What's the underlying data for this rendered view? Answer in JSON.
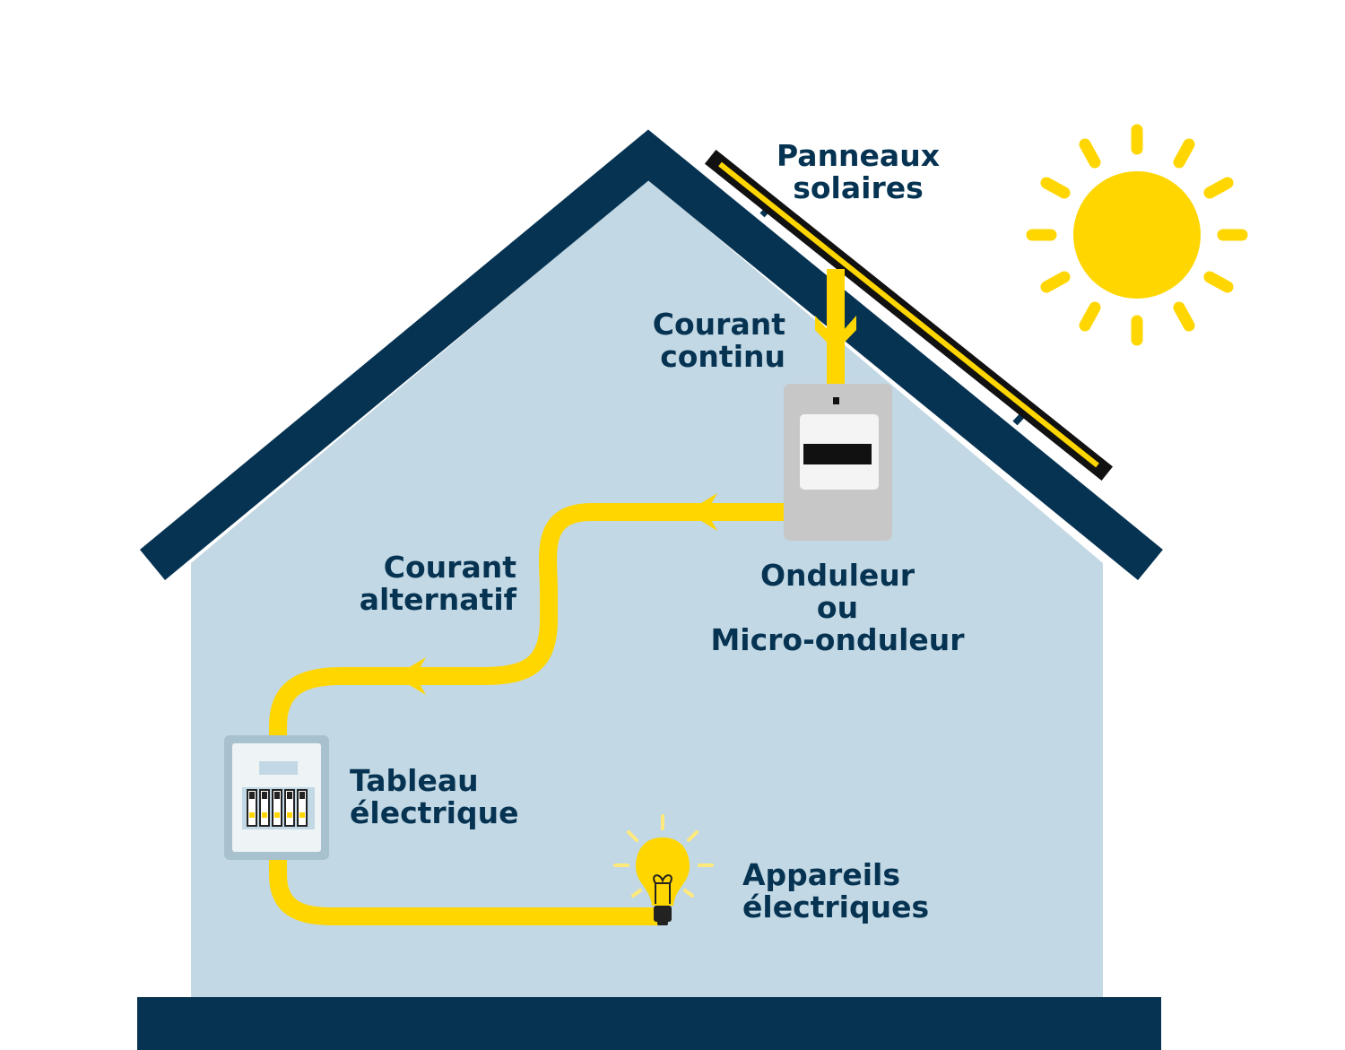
{
  "labels": {
    "solar_panels": [
      "Panneaux",
      "solaires"
    ],
    "dc_current": [
      "Courant",
      "continu"
    ],
    "inverter": [
      "Onduleur",
      "ou",
      "Micro-onduleur"
    ],
    "ac_current": [
      "Courant",
      "alternatif"
    ],
    "electrical_panel": [
      "Tableau",
      "électrique"
    ],
    "appliances": [
      "Appareils",
      "électriques"
    ]
  },
  "colors": {
    "navy": "#063352",
    "wall": "#c2d8e4",
    "energy_yellow": "#ffd600",
    "inverter_grey": "#c7c7c7"
  },
  "icons": [
    "sun-icon",
    "solar-panel-icon",
    "inverter-icon",
    "breaker-panel-icon",
    "light-bulb-icon"
  ]
}
